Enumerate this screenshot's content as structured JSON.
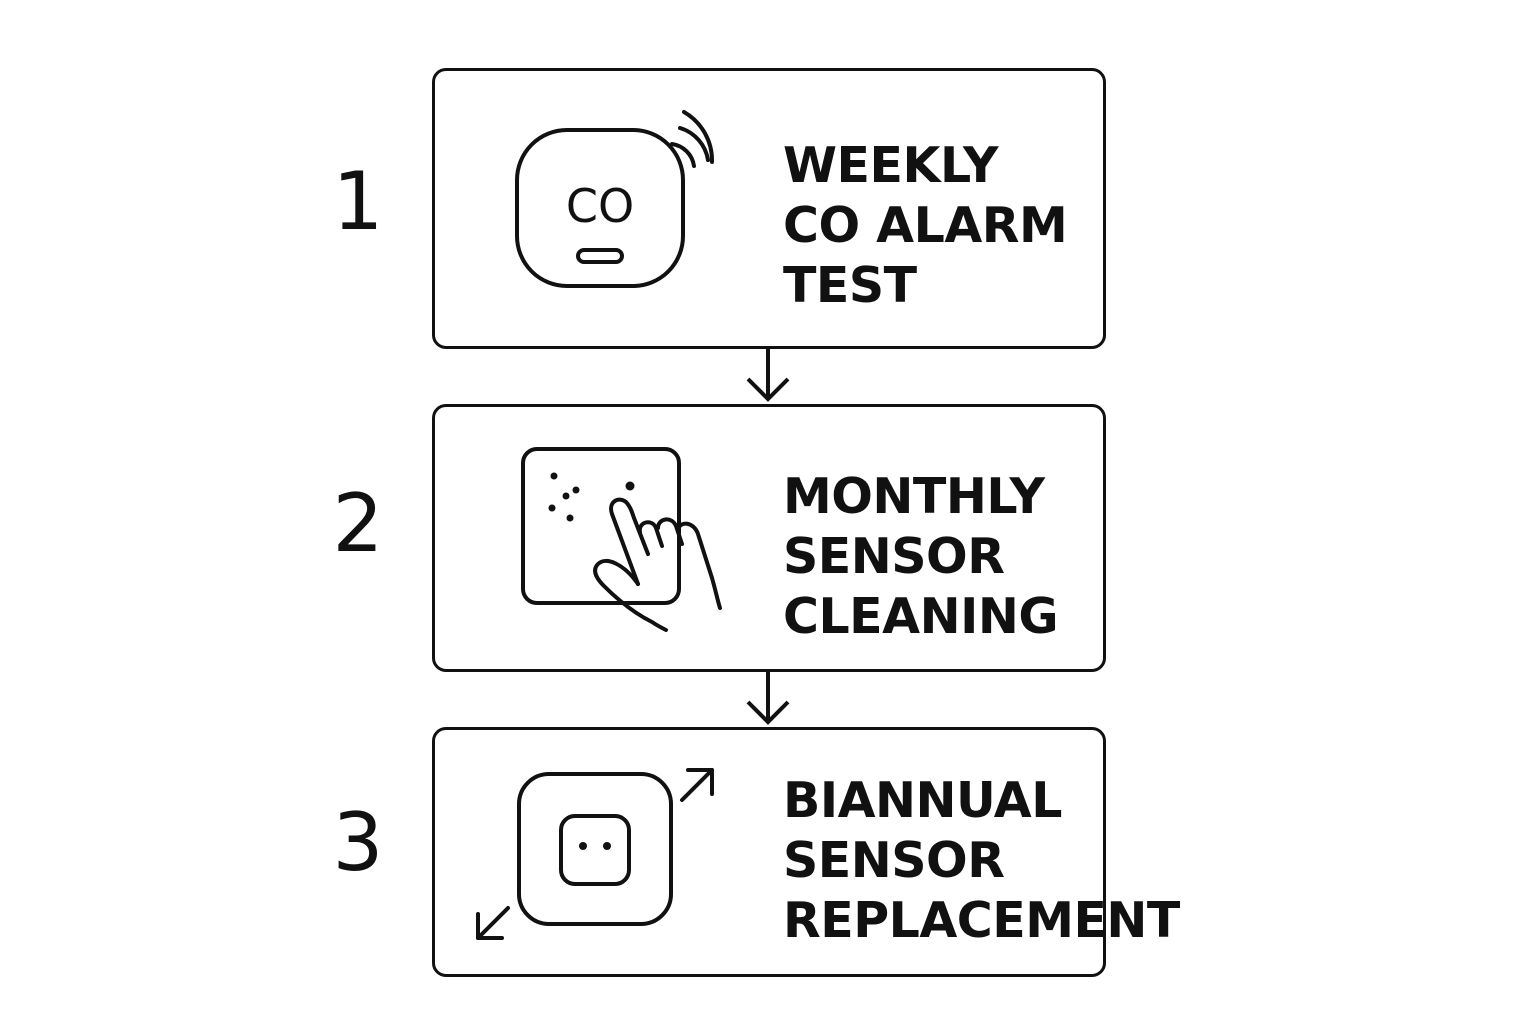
{
  "steps": [
    {
      "number": "1",
      "label_lines": [
        "WEEKLY",
        "CO ALARM",
        "TEST"
      ],
      "icon": "co-alarm-icon",
      "icon_text": "CO"
    },
    {
      "number": "2",
      "label_lines": [
        "MONTHLY",
        "SENSOR",
        "CLEANING"
      ],
      "icon": "hand-cleaning-sensor-icon"
    },
    {
      "number": "3",
      "label_lines": [
        "BIANNUAL",
        "SENSOR",
        "REPLACEMENT"
      ],
      "icon": "sensor-replacement-icon"
    }
  ],
  "connectors": [
    "arrow-down-icon",
    "arrow-down-icon"
  ],
  "colors": {
    "stroke": "#111111",
    "background": "#ffffff"
  }
}
